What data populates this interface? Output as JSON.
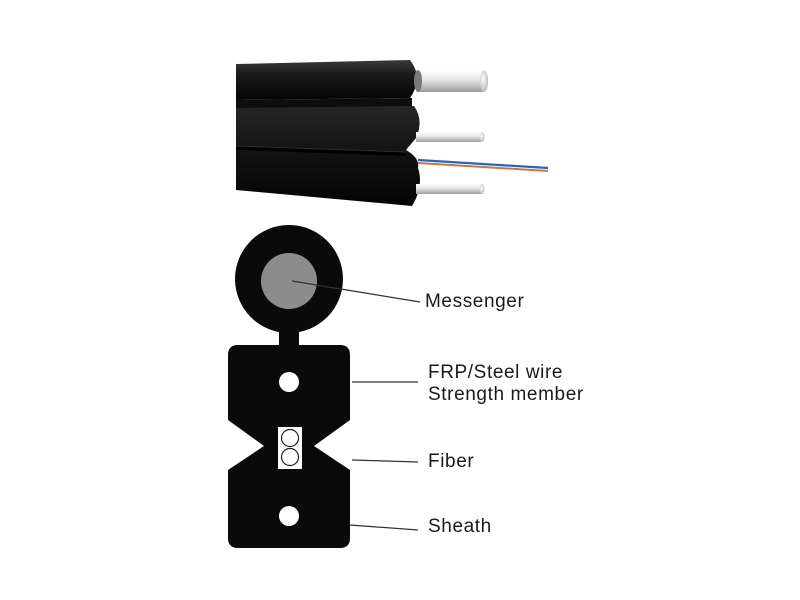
{
  "diagram": {
    "labels": {
      "messenger": "Messenger",
      "strength_line1": "FRP/Steel wire",
      "strength_line2": "Strength member",
      "fiber": "Fiber",
      "sheath": "Sheath"
    },
    "colors": {
      "sheath": "#0a0a0a",
      "messenger_core": "#8c8c8c",
      "steel": "#d9d9d9",
      "fiber_blue": "#2b63b8",
      "fiber_orange": "#c9773a",
      "leader_line": "#333333"
    }
  }
}
